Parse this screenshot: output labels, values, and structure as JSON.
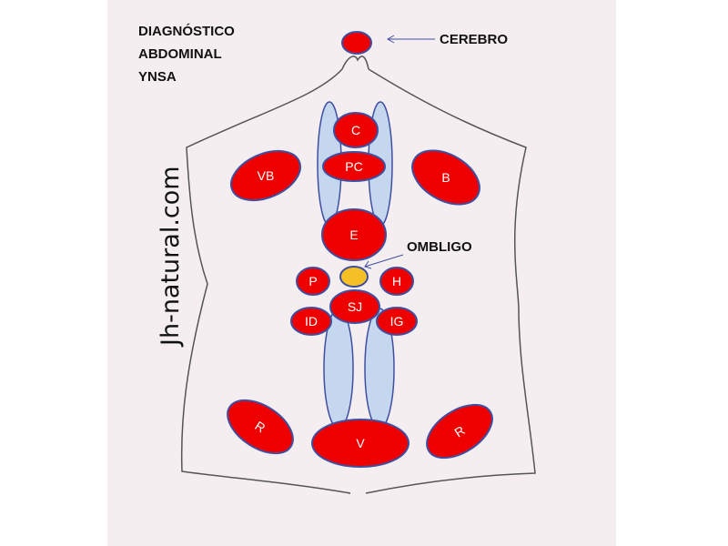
{
  "title": {
    "line1": "DIAGNÓSTICO",
    "line2": "ABDOMINAL",
    "line3": "YNSA"
  },
  "callouts": {
    "brain": "CEREBRO",
    "navel": "OMBLIGO"
  },
  "website": "Jh-natural.com",
  "zones": {
    "c": "C",
    "pc": "PC",
    "vb": "VB",
    "b": "B",
    "e": "E",
    "p": "P",
    "h": "H",
    "sj": "SJ",
    "id": "ID",
    "ig": "IG",
    "r_left": "R",
    "r_right": "R",
    "v": "V"
  },
  "colors": {
    "organ_fill": "#ee0000",
    "organ_stroke": "#3f4fa0",
    "vessel_fill": "#c5d7ee",
    "navel_fill": "#f5c026",
    "outline": "#555555",
    "panel": "#f4eef1"
  }
}
